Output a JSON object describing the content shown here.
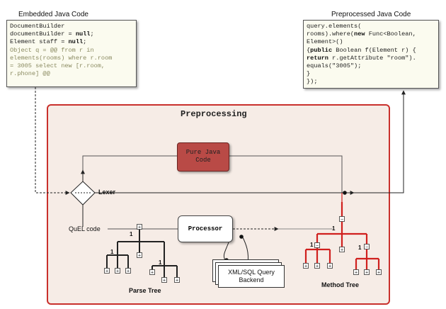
{
  "embedded": {
    "caption": "Embedded Java Code",
    "lines": [
      [
        {
          "t": "DocumentBuilder",
          "c": "plain"
        }
      ],
      [
        {
          "t": "documentBuilder = ",
          "c": "plain"
        },
        {
          "t": "null",
          "c": "kw"
        },
        {
          "t": ";",
          "c": "plain"
        }
      ],
      [
        {
          "t": "Element staff = ",
          "c": "plain"
        },
        {
          "t": "null",
          "c": "kw"
        },
        {
          "t": ";",
          "c": "plain"
        }
      ],
      [
        {
          "t": "Object q = @@ from r in",
          "c": "q"
        }
      ],
      [
        {
          "t": "elements(rooms) where r.room",
          "c": "q"
        }
      ],
      [
        {
          "t": "= 3005 select new [r.room,",
          "c": "q"
        }
      ],
      [
        {
          "t": "r.phone] @@",
          "c": "q"
        }
      ]
    ]
  },
  "preprocessed": {
    "caption": "Preprocessed Java Code",
    "lines": [
      [
        {
          "t": "query.elements(",
          "c": "plain"
        }
      ],
      [
        {
          "t": "rooms).where(",
          "c": "plain"
        },
        {
          "t": "new",
          "c": "kw"
        },
        {
          "t": " Func<Boolean,",
          "c": "plain"
        }
      ],
      [
        {
          "t": "Element>()",
          "c": "plain"
        }
      ],
      [
        {
          "t": "{",
          "c": "plain"
        },
        {
          "t": "public",
          "c": "kw"
        },
        {
          "t": " Boolean f(Element r) {",
          "c": "plain"
        }
      ],
      [
        {
          "t": "return",
          "c": "kw"
        },
        {
          "t": " r.getAttribute \"room\").",
          "c": "plain"
        }
      ],
      [
        {
          "t": "equals(\"3005\");",
          "c": "plain"
        }
      ],
      [
        {
          "t": "}",
          "c": "plain"
        }
      ],
      [
        {
          "t": "});",
          "c": "plain"
        }
      ]
    ]
  },
  "preprocessing_title": "Preprocessing",
  "pure_java_label": "Pure Java\nCode",
  "lexer_label": "Lexer",
  "quel_label": "QuEL code",
  "processor_label": "Processor",
  "backend_label": "XML/SQL Query\nBackend",
  "parse_tree_label": "Parse Tree",
  "method_tree_label": "Method Tree",
  "node_plus": "+",
  "node_minus": "−",
  "edge_label_one": "1",
  "colors": {
    "panel_border": "#c9302c",
    "panel_fill": "#f6ece6",
    "pure_java": "#b94a46",
    "method_tree": "#d0201e"
  }
}
